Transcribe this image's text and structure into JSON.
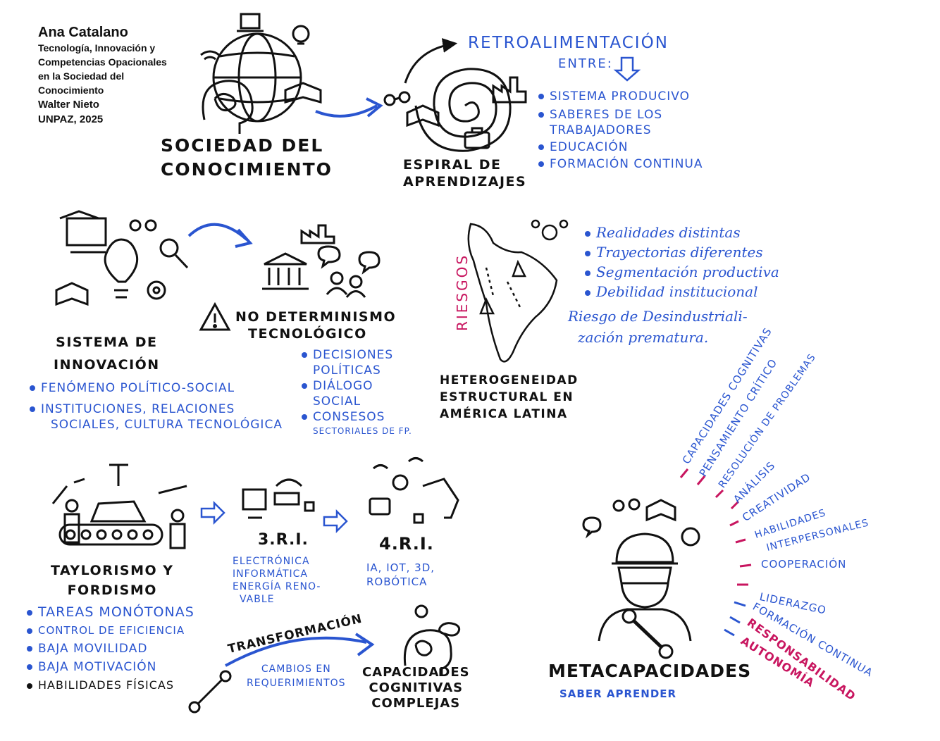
{
  "header": {
    "author": "Ana Catalano",
    "subtitle_lines": [
      "Tecnología, Innovación y",
      "Competencias Opacionales",
      "en la Sociedad del",
      "Conocimiento"
    ],
    "coauthor": "Walter Nieto",
    "institution": "UNPAZ, 2025"
  },
  "sociedad": {
    "title_lines": [
      "SOCIEDAD DEL",
      "CONOCIMIENTO"
    ]
  },
  "espiral": {
    "title_lines": [
      "ESPIRAL DE",
      "APRENDIZAJES"
    ],
    "retro": "RETROALIMENTACIÓN",
    "entre": "ENTRE:",
    "items": [
      "SISTEMA PRODUCIVO",
      "SABERES DE LOS",
      "TRABAJADORES",
      "EDUCACIÓN",
      "FORMACIÓN CONTINUA"
    ]
  },
  "innovacion": {
    "title_lines": [
      "SISTEMA DE",
      "INNOVACIÓN"
    ],
    "items": [
      "FENÓMENO POLÍTICO-SOCIAL",
      "INSTITUCIONES, RELACIONES",
      "SOCIALES, CULTURA TECNOLÓGICA"
    ]
  },
  "nodet": {
    "title_lines": [
      "NO DETERMINISMO",
      "TECNOLÓGICO"
    ],
    "items": [
      "DECISIONES",
      "POLÍTICAS",
      "DIÁLOGO",
      "SOCIAL",
      "CONSESOS",
      "SECTORIALES DE FP."
    ]
  },
  "hetero": {
    "riesgos": "RIESGOS",
    "title_lines": [
      "HETEROGENEIDAD",
      "ESTRUCTURAL EN",
      "AMÉRICA LATINA"
    ],
    "items": [
      "Realidades distintas",
      "Trayectorias diferentes",
      "Segmentación productiva",
      "Debilidad institucional"
    ],
    "riesgo_text": [
      "Riesgo de Desindustriali-",
      "zación prematura."
    ]
  },
  "taylor": {
    "title_lines": [
      "TAYLORISMO Y",
      "FORDISMO"
    ],
    "items": [
      "TAREAS MONÓTONAS",
      "CONTROL DE EFICIENCIA",
      "BAJA MOVILIDAD",
      "BAJA MOTIVACIÓN",
      "HABILIDADES FÍSICAS"
    ]
  },
  "ri3": {
    "title": "3.R.I.",
    "lines": [
      "ELECTRÓNICA",
      "INFORMÁTICA",
      "ENERGÍA RENO-",
      "VABLE"
    ]
  },
  "ri4": {
    "title": "4.R.I.",
    "lines": [
      "IA, IOT, 3D,",
      "ROBÓTICA"
    ]
  },
  "transformacion": {
    "label": "TRANSFORMACIÓN",
    "cambios": [
      "CAMBIOS EN",
      "REQUERIMIENTOS"
    ],
    "result": [
      "CAPACIDADES",
      "COGNITIVAS",
      "COMPLEJAS"
    ]
  },
  "meta": {
    "title": "METACAPACIDADES",
    "subtitle": "SABER APRENDER",
    "rays": [
      {
        "label": "CAPACIDADES COGNITIVAS",
        "color": "blue"
      },
      {
        "label": "PENSAMIENTO CRÍTICO",
        "color": "blue"
      },
      {
        "label": "RESOLUCIÓN DE PROBLEMAS",
        "color": "blue"
      },
      {
        "label": "ANÁLISIS",
        "color": "blue"
      },
      {
        "label": "CREATIVIDAD",
        "color": "blue"
      },
      {
        "label": "HABILIDADES",
        "color": "blue"
      },
      {
        "label": "INTERPERSONALES",
        "color": "blue"
      },
      {
        "label": "COOPERACIÓN",
        "color": "blue"
      },
      {
        "label": "LIDERAZGO",
        "color": "blue"
      },
      {
        "label": "FORMACIÓN CONTINUA",
        "color": "blue"
      },
      {
        "label": "RESPONSABILIDAD",
        "color": "pink"
      },
      {
        "label": "AUTONOMÍA",
        "color": "pink"
      }
    ]
  },
  "colors": {
    "blue": "#2a55d0",
    "pink": "#c8155f",
    "ink": "#111111"
  }
}
